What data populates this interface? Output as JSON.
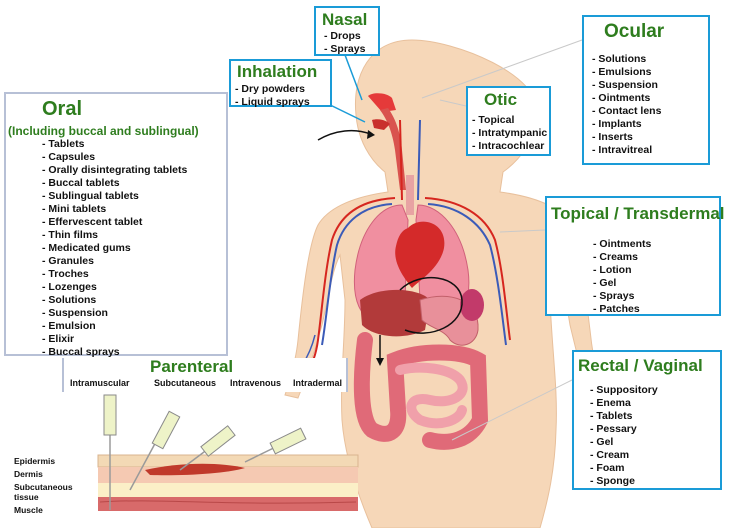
{
  "colors": {
    "title_green": "#2e7d1e",
    "box_blue": "#1a9bd7",
    "box_gray": "#b7c0d6",
    "skin": "#f6d7b8",
    "artery": "#d6261f",
    "vein": "#3b5bb8"
  },
  "nasal": {
    "title": "Nasal",
    "items": [
      "Drops",
      "Sprays"
    ]
  },
  "inhalation": {
    "title": "Inhalation",
    "items": [
      "Dry powders",
      "Liquid sprays"
    ]
  },
  "oral": {
    "title": "Oral",
    "subtitle": "(Including buccal and sublingual)",
    "items": [
      "Tablets",
      "Capsules",
      "Orally disintegrating tablets",
      "Buccal tablets",
      "Sublingual tablets",
      "Mini tablets",
      "Effervescent tablet",
      "Thin films",
      "Medicated gums",
      "Granules",
      "Troches",
      "Lozenges",
      "Solutions",
      "Suspension",
      "Emulsion",
      "Elixir",
      "Buccal sprays"
    ]
  },
  "otic": {
    "title": "Otic",
    "items": [
      "Topical",
      "Intratympanic",
      "Intracochlear"
    ]
  },
  "ocular": {
    "title": "Ocular",
    "items": [
      "Solutions",
      "Emulsions",
      "Suspension",
      "Ointments",
      "Contact lens",
      "Implants",
      "Inserts",
      "Intravitreal"
    ]
  },
  "topical": {
    "title": "Topical / Transdermal",
    "items": [
      "Ointments",
      "Creams",
      "Lotion",
      "Gel",
      "Sprays",
      "Patches"
    ]
  },
  "rectal": {
    "title": "Rectal / Vaginal",
    "items": [
      "Suppository",
      "Enema",
      "Tablets",
      "Pessary",
      "Gel",
      "Cream",
      "Foam",
      "Sponge"
    ]
  },
  "parenteral": {
    "title": "Parenteral",
    "routes": [
      "Intramuscular",
      "Subcutaneous",
      "Intravenous",
      "Intradermal"
    ]
  },
  "skin_layers": [
    "Epidermis",
    "Dermis",
    "Subcutaneous tissue",
    "Muscle"
  ]
}
